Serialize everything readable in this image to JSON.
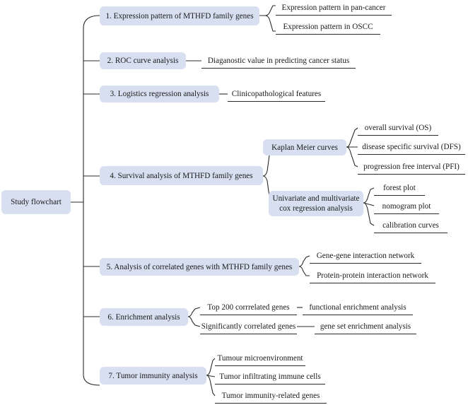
{
  "root": "Study flowchart",
  "steps": [
    {
      "label": "1. Expression pattern of MTHFD family genes",
      "children": [
        "Expression pattern in pan-cancer",
        "Expression pattern in OSCC"
      ]
    },
    {
      "label": "2. ROC curve analysis",
      "children": [
        "Diaganostic value in predicting cancer status"
      ]
    },
    {
      "label": "3. Logistics regression analysis",
      "children": [
        "Clinicopathological features"
      ]
    },
    {
      "label": "4. Survival analysis of MTHFD family genes",
      "groups": [
        {
          "label": "Kaplan Meier curves",
          "children": [
            "overall survival (OS)",
            "disease specific survival (DFS)",
            "progression free interval (PFI)"
          ]
        },
        {
          "label_line1": "Univariate and multivariate",
          "label_line2": "cox regression analysis",
          "children": [
            "forest plot",
            "nomogram plot",
            "calibration curves"
          ]
        }
      ]
    },
    {
      "label": "5. Analysis of correlated genes with MTHFD family genes",
      "children": [
        "Gene-gene interaction network",
        "Protein-protein interaction network"
      ]
    },
    {
      "label": "6. Enrichment analysis",
      "rows": [
        {
          "left": "Top 200 corrrelated genes",
          "right": "functional enrichment analysis"
        },
        {
          "left": "Significantly correlated genes",
          "right": "gene set enrichment analysis"
        }
      ]
    },
    {
      "label": "7. Tumor immunity analysis",
      "children": [
        "Tumour microenvironment",
        "Tumor infiltrating immune cells",
        "Tumor immunity-related genes"
      ]
    }
  ],
  "colors": {
    "box_fill": "#d8dff0",
    "line": "#2b2b2b"
  }
}
